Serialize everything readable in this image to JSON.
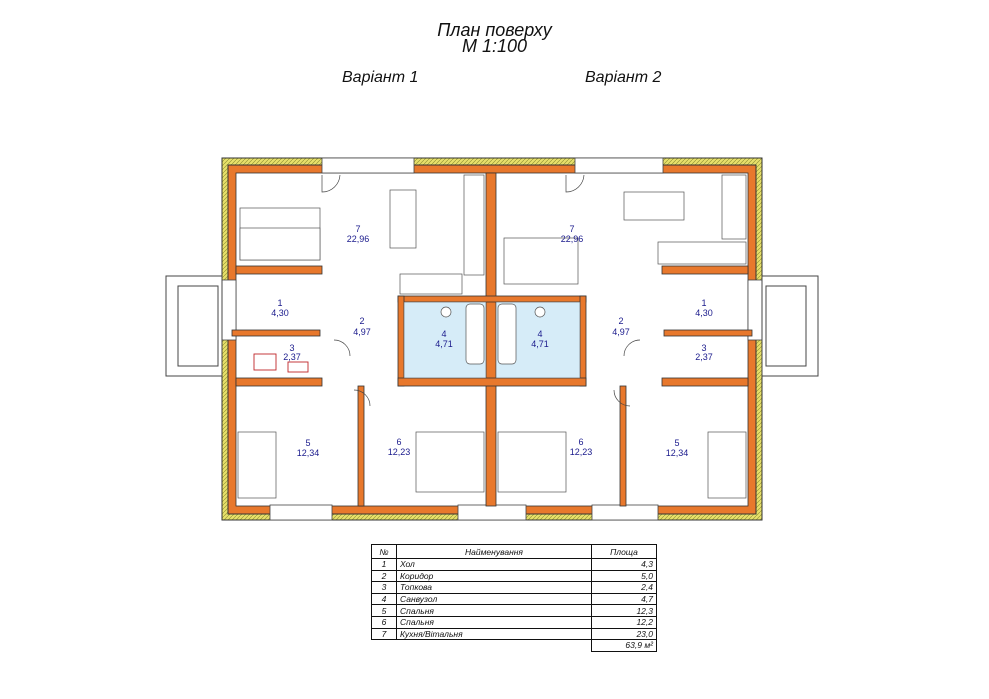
{
  "title": "План поверху",
  "scale": "М 1:100",
  "variants": [
    "Варіант 1",
    "Варіант 2"
  ],
  "rooms_left": [
    {
      "no": "1",
      "area": "4,30"
    },
    {
      "no": "2",
      "area": "4,97"
    },
    {
      "no": "3",
      "area": "2,37"
    },
    {
      "no": "4",
      "area": "4,71"
    },
    {
      "no": "5",
      "area": "12,34"
    },
    {
      "no": "6",
      "area": "12,23"
    },
    {
      "no": "7",
      "area": "22,96"
    }
  ],
  "rooms_right": [
    {
      "no": "1",
      "area": "4,30"
    },
    {
      "no": "2",
      "area": "4,97"
    },
    {
      "no": "3",
      "area": "2,37"
    },
    {
      "no": "4",
      "area": "4,71"
    },
    {
      "no": "5",
      "area": "12,34"
    },
    {
      "no": "6",
      "area": "12,23"
    },
    {
      "no": "7",
      "area": "22,96"
    }
  ],
  "table": {
    "headers": [
      "№",
      "Найменування",
      "Площа"
    ],
    "rows": [
      {
        "no": "1",
        "name": "Хол",
        "area": "4,3"
      },
      {
        "no": "2",
        "name": "Коридор",
        "area": "5,0"
      },
      {
        "no": "3",
        "name": "Топкова",
        "area": "2,4"
      },
      {
        "no": "4",
        "name": "Санвузол",
        "area": "4,7"
      },
      {
        "no": "5",
        "name": "Спальня",
        "area": "12,3"
      },
      {
        "no": "6",
        "name": "Спальня",
        "area": "12,2"
      },
      {
        "no": "7",
        "name": "Кухня/Вітальня",
        "area": "23,0"
      }
    ],
    "total": "63,9 м²"
  },
  "colors": {
    "wall": "#e8782c",
    "insulation": "#e7e06a",
    "room_label": "#1a1a8c",
    "bathroom": "#d6ecf8"
  }
}
